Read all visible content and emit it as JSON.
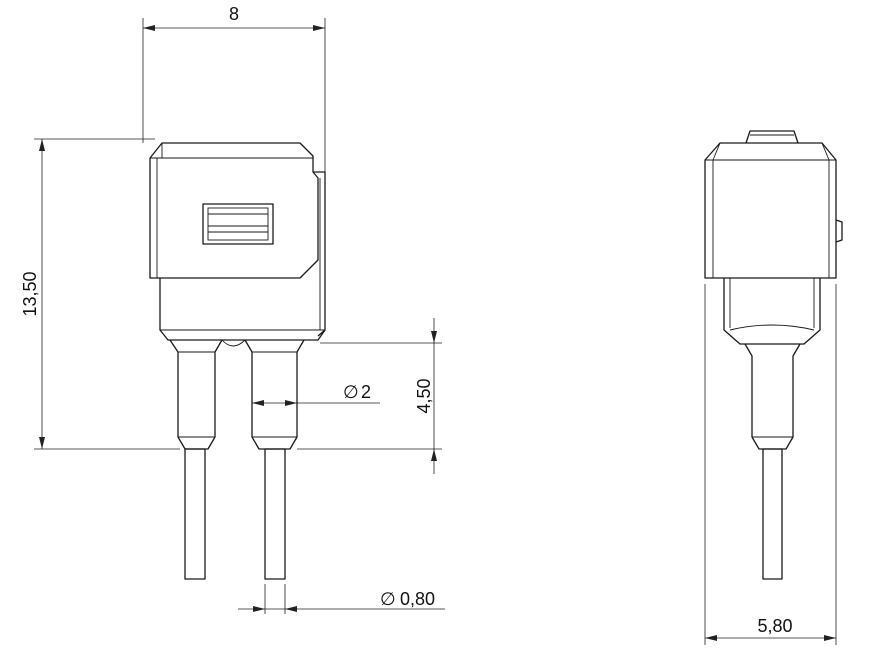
{
  "drawing": {
    "dimensions": {
      "width_front": "8",
      "height_total": "13,50",
      "lead_length": "4,50",
      "lead_diameter": "2",
      "pin_diameter": "0,80",
      "width_side": "5,80"
    },
    "diameter_symbol": "∅",
    "colors": {
      "line": "#1a1a1a",
      "background": "#ffffff"
    }
  }
}
